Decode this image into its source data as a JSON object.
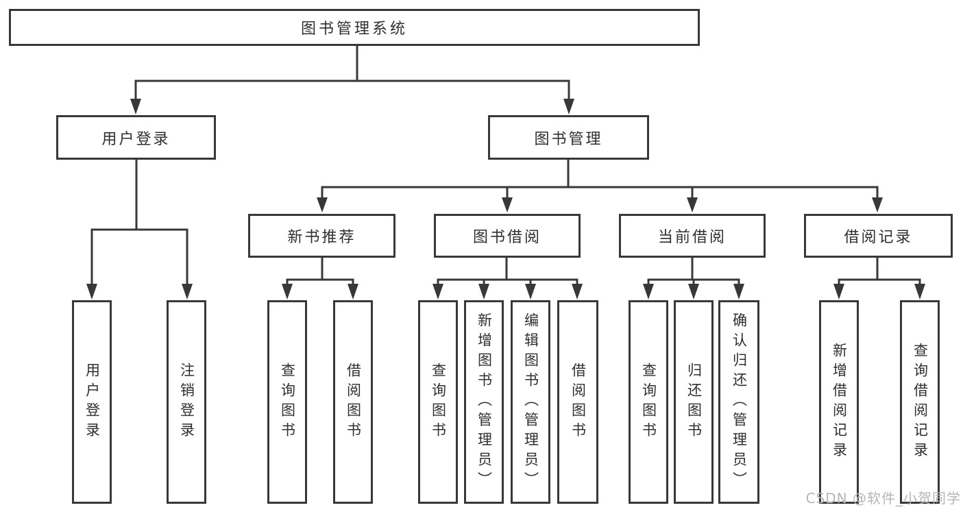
{
  "tree": {
    "root": "图书管理系统",
    "branches": [
      {
        "label": "用户登录",
        "leaves": [
          "用户登录",
          "注销登录"
        ]
      },
      {
        "label": "图书管理",
        "children": [
          {
            "label": "新书推荐",
            "leaves": [
              "查询图书",
              "借阅图书"
            ]
          },
          {
            "label": "图书借阅",
            "leaves": [
              "查询图书",
              "新增图书（管理员）",
              "编辑图书（管理员）",
              "借阅图书"
            ]
          },
          {
            "label": "当前借阅",
            "leaves": [
              "查询图书",
              "归还图书",
              "确认归还（管理员）"
            ]
          },
          {
            "label": "借阅记录",
            "leaves": [
              "新增借阅记录",
              "查询借阅记录"
            ]
          }
        ]
      }
    ]
  },
  "watermark": "CSDN @软件_小贺同学",
  "colors": {
    "line": "#383838",
    "text": "#2f2f2f",
    "background": "#ffffff",
    "watermark": "#b5b5b5"
  }
}
